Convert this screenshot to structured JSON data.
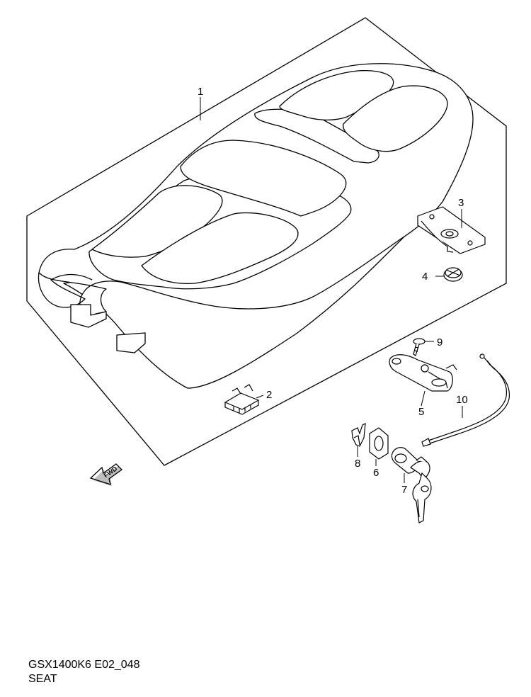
{
  "diagram": {
    "code": "GSX1400K6 E02_048",
    "title": "SEAT",
    "fwd_label": "FWD",
    "callouts": [
      "1",
      "2",
      "3",
      "4",
      "5",
      "6",
      "7",
      "8",
      "9",
      "10"
    ]
  }
}
